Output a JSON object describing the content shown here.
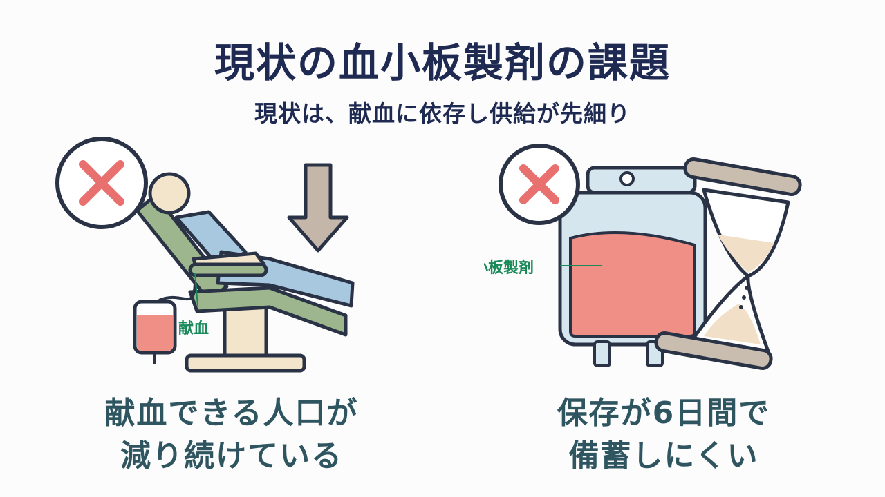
{
  "title": "現状の血小板製剤の課題",
  "subtitle": "現状は、献血に依存し供給が先細り",
  "left": {
    "label": "献血",
    "caption_line1": "献血できる人口が",
    "caption_line2": "減り続けている"
  },
  "right": {
    "label": "血小板製剤",
    "caption_line1": "保存が6日間で",
    "caption_line2": "備蓄しにくい"
  },
  "colors": {
    "navy": "#1f2a52",
    "teal_text": "#2f5560",
    "label_green": "#1b8a5a",
    "cross_red": "#e8706f",
    "outline": "#2a3346"
  },
  "icons": [
    "x-mark-icon",
    "down-arrow-icon",
    "blood-bag-icon",
    "hourglass-icon",
    "donation-chair-icon"
  ]
}
